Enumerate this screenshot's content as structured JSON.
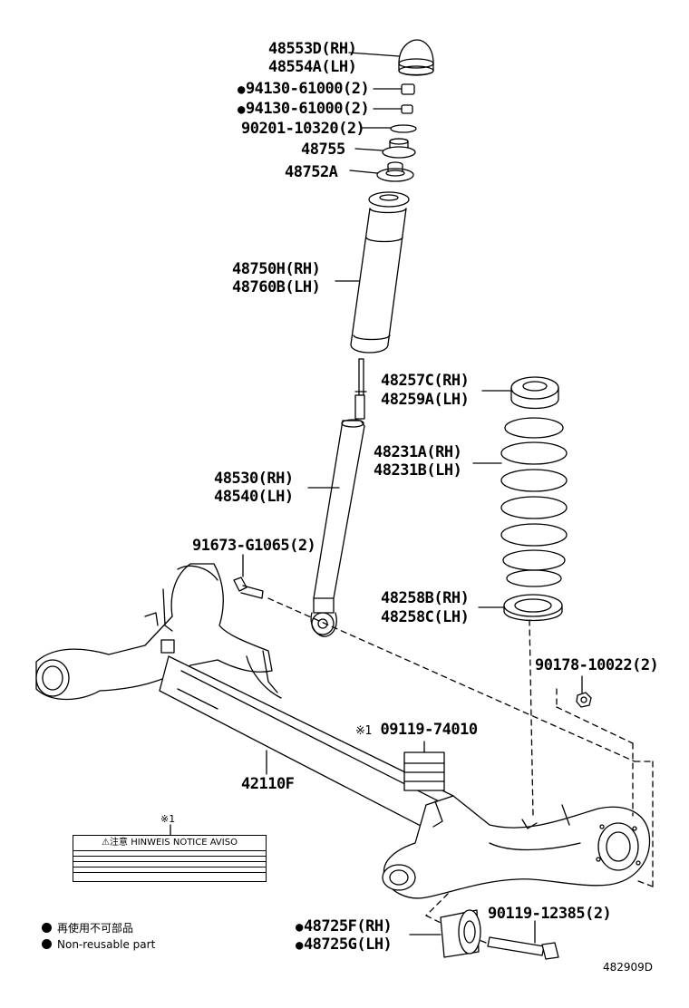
{
  "parts": {
    "bumper_rh": "48553D(RH)",
    "bumper_lh": "48554A(LH)",
    "nut_1": "94130-61000(2)",
    "nut_2": "94130-61000(2)",
    "washer": "90201-10320(2)",
    "support_upper": "48755",
    "support_lower": "48752A",
    "boot_rh": "48750H(RH)",
    "boot_lh": "48760B(LH)",
    "insulator_upper_rh": "48257C(RH)",
    "insulator_upper_lh": "48259A(LH)",
    "spring_rh": "48231A(RH)",
    "spring_lh": "48231B(LH)",
    "absorber_rh": "48530(RH)",
    "absorber_lh": "48540(LH)",
    "bolt_upper": "91673-G1065(2)",
    "insulator_lower_rh": "48258B(RH)",
    "insulator_lower_lh": "48258C(LH)",
    "nut_axle": "90178-10022(2)",
    "label_part": "09119-74010",
    "beam": "42110F",
    "bolt_lower": "90119-12385(2)",
    "bushing_rh": "48725F(RH)",
    "bushing_lh": "48725G(LH)"
  },
  "marks": {
    "ref_mark_box": "※1",
    "ref_mark_label": "※1"
  },
  "warning_label": {
    "header": "⚠注意 HINWEIS NOTICE AVISO"
  },
  "legend": {
    "jp": "再使用不可部品",
    "en": "Non-reusable part"
  },
  "diagram_code": "482909D"
}
